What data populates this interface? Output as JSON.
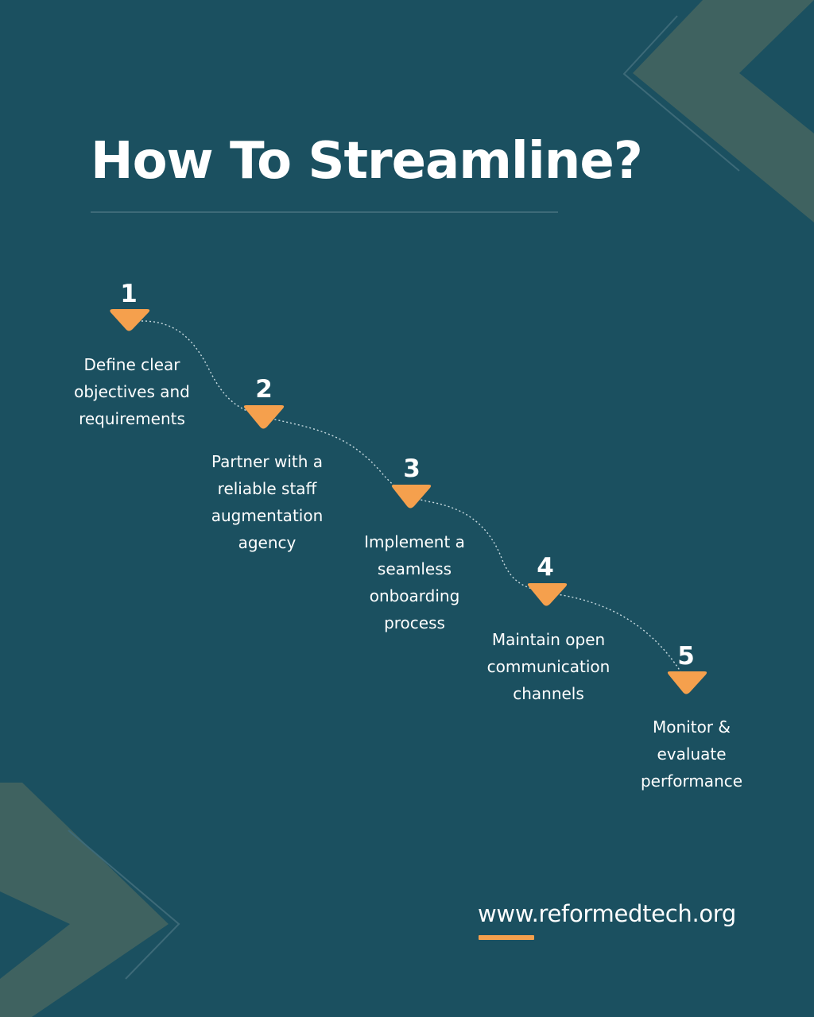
{
  "title": "How To Streamline?",
  "steps": [
    {
      "number": "1",
      "text": "Define clear objectives and requirements"
    },
    {
      "number": "2",
      "text": "Partner with a reliable staff augmentation agency"
    },
    {
      "number": "3",
      "text": "Implement a seamless onboarding process"
    },
    {
      "number": "4",
      "text": "Maintain open communication channels"
    },
    {
      "number": "5",
      "text": "Monitor & evaluate performance"
    }
  ],
  "footer": {
    "url": "www.reformedtech.org"
  },
  "colors": {
    "background": "#1b5060",
    "accent": "#f5a04d",
    "decoration": "#3f6260",
    "text": "#ffffff"
  }
}
